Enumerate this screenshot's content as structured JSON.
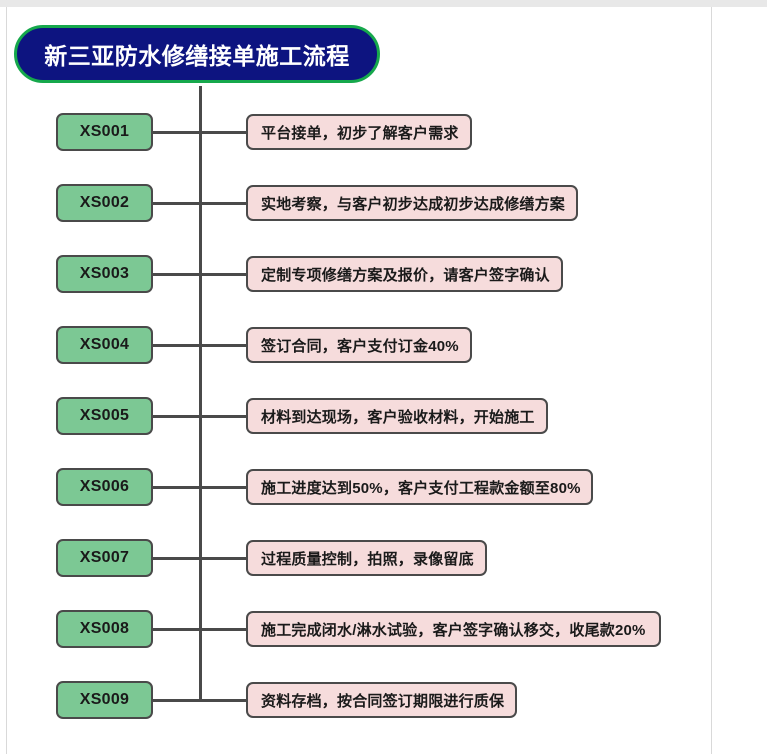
{
  "diagram": {
    "title": "新三亚防水修缮接单施工流程",
    "title_color": "#ffffff",
    "title_fill": "#0d1480",
    "title_border": "#16a84c",
    "code_fill": "#7cc894",
    "desc_fill": "#f6dcdc",
    "line_color": "#4a4a4a",
    "steps": [
      {
        "code": "XS001",
        "desc": "平台接单，初步了解客户需求"
      },
      {
        "code": "XS002",
        "desc": "实地考察，与客户初步达成初步达成修缮方案"
      },
      {
        "code": "XS003",
        "desc": "定制专项修缮方案及报价，请客户签字确认"
      },
      {
        "code": "XS004",
        "desc": "签订合同，客户支付订金40%"
      },
      {
        "code": "XS005",
        "desc": "材料到达现场，客户验收材料，开始施工"
      },
      {
        "code": "XS006",
        "desc": "施工进度达到50%，客户支付工程款金额至80%"
      },
      {
        "code": "XS007",
        "desc": "过程质量控制，拍照，录像留底"
      },
      {
        "code": "XS008",
        "desc": "施工完成闭水/淋水试验，客户签字确认移交，收尾款20%"
      },
      {
        "code": "XS009",
        "desc": "资料存档，按合同签订期限进行质保"
      }
    ]
  }
}
